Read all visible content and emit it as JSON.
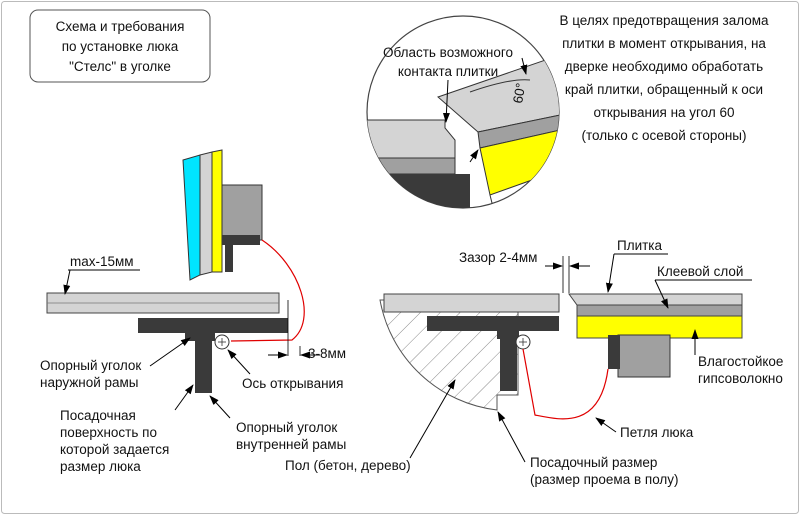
{
  "title_lines": [
    "Схема и требования",
    "по установке люка",
    "\"Стелс\" в уголке"
  ],
  "note_lines": [
    "В целях предотвращения залома",
    "плитки в момент открывания, на",
    "дверке необходимо обработать",
    "край плитки, обращенный к оси",
    "открывания на угол 60",
    "(только с осевой стороны)"
  ],
  "detail": {
    "contact_line1": "Область возможного",
    "contact_line2": "контакта плитки",
    "angle": "60°"
  },
  "labels": {
    "max15": "max-15мм",
    "gap38": "3-8мм",
    "outer_angle_line1": "Опорный уголок",
    "outer_angle_line2": "наружной рамы",
    "axis": "Ось открывания",
    "seat_line1": "Посадочная",
    "seat_line2": "поверхность по",
    "seat_line3": "которой задается",
    "seat_line4": "размер люка",
    "inner_angle_line1": "Опорный уголок",
    "inner_angle_line2": "внутренней рамы",
    "floor": "Пол (бетон, дерево)",
    "fit_line1": "Посадочный размер",
    "fit_line2": "(размер проема в полу)",
    "gap24": "Зазор 2-4мм",
    "tile": "Плитка",
    "glue": "Клеевой слой",
    "gvl_line1": "Влагостойкое",
    "gvl_line2": "гипсоволокно",
    "hinge": "Петля люка"
  },
  "colors": {
    "tile": "#d4d4d4",
    "glue": "#a0a0a0",
    "gvl": "#ffff00",
    "frame": "#3a3a3a",
    "cyan": "#00e5ff",
    "hinge": "#e00000"
  }
}
